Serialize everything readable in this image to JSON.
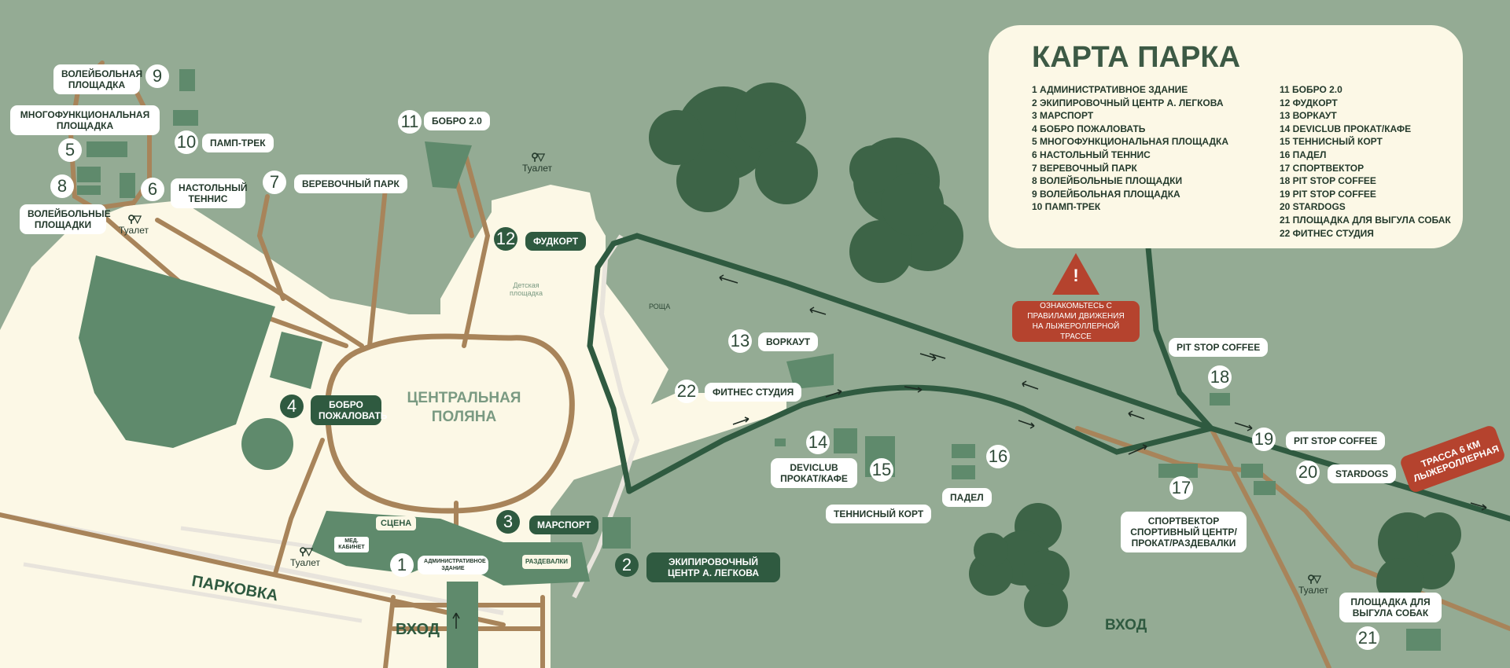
{
  "colors": {
    "background": "#94ab94",
    "light_area": "#fcf8e6",
    "path_brown": "#a8845a",
    "road_dark": "#2f5a40",
    "building": "#5f8a6c",
    "trees": "#3d6447",
    "warning": "#b5432e"
  },
  "legend": {
    "title": "КАРТА ПАРКА",
    "col1": [
      "1 АДМИНИСТРАТИВНОЕ ЗДАНИЕ",
      "2 ЭКИПИРОВОЧНЫЙ ЦЕНТР А. ЛЕГКОВА",
      "3 МАРСПОРТ",
      "4 БОБРО ПОЖАЛОВАТЬ",
      "5 МНОГОФУНКЦИОНАЛЬНАЯ ПЛОЩАДКА",
      "6 НАСТОЛЬНЫЙ ТЕННИС",
      "7 ВЕРЕВОЧНЫЙ ПАРК",
      "8 ВОЛЕЙБОЛЬНЫЕ ПЛОЩАДКИ",
      "9 ВОЛЕЙБОЛЬНАЯ ПЛОЩАДКА",
      "10 ПАМП-ТРЕК"
    ],
    "col2": [
      "11 БОБРО 2.0",
      "12 ФУДКОРТ",
      "13 ВОРКАУТ",
      "14 DEVICLUB ПРОКАТ/КАФЕ",
      "15 ТЕННИСНЫЙ КОРТ",
      "16 ПАДЕЛ",
      "17 СПОРТВЕКТОР",
      "18 PIT STOP COFFEE",
      "19 PIT STOP COFFEE",
      "20 STARDOGS",
      "21 ПЛОЩАДКА ДЛЯ ВЫГУЛА СОБАК",
      "22 ФИТНЕС СТУДИЯ"
    ]
  },
  "warning": {
    "symbol": "!",
    "text": "ОЗНАКОМЬТЕСЬ С ПРАВИЛАМИ ДВИЖЕНИЯ НА ЛЫЖЕРОЛЛЕРНОЙ ТРАССЕ"
  },
  "ski_track": "ТРАССА 6 КМ ЛЫЖЕРОЛЛЕРНАЯ",
  "areas": {
    "central": "ЦЕНТРАЛЬНАЯ ПОЛЯНА",
    "parking": "ПАРКОВКА",
    "entrance_left": "ВХОД",
    "entrance_right": "ВХОД",
    "grove": "РОЩА",
    "kids": "Детская площадка"
  },
  "toilet_icon": "toilet-icon",
  "toilet_label": "Туалет",
  "places": {
    "p1": {
      "num": "1",
      "label": "АДМИНИСТРАТИВНОЕ ЗДАНИЕ"
    },
    "p2": {
      "num": "2",
      "label": "ЭКИПИРОВОЧНЫЙ ЦЕНТР А. ЛЕГКОВА"
    },
    "p3": {
      "num": "3",
      "label": "МАРСПОРТ"
    },
    "p4": {
      "num": "4",
      "label": "БОБРО ПОЖАЛОВАТЬ"
    },
    "p5": {
      "num": "5",
      "label": "МНОГОФУНКЦИОНАЛЬНАЯ ПЛОЩАДКА"
    },
    "p6": {
      "num": "6",
      "label": "НАСТОЛЬНЫЙ ТЕННИС"
    },
    "p7": {
      "num": "7",
      "label": "ВЕРЕВОЧНЫЙ ПАРК"
    },
    "p8": {
      "num": "8",
      "label": "ВОЛЕЙБОЛЬНЫЕ ПЛОЩАДКИ"
    },
    "p9": {
      "num": "9",
      "label": "ВОЛЕЙБОЛЬНАЯ ПЛОЩАДКА"
    },
    "p10": {
      "num": "10",
      "label": "ПАМП-ТРЕК"
    },
    "p11": {
      "num": "11",
      "label": "БОБРО 2.0"
    },
    "p12": {
      "num": "12",
      "label": "ФУДКОРТ"
    },
    "p13": {
      "num": "13",
      "label": "ВОРКАУТ"
    },
    "p14": {
      "num": "14",
      "label": "DEVICLUB ПРОКАТ/КАФЕ"
    },
    "p15": {
      "num": "15",
      "label": "ТЕННИСНЫЙ КОРТ"
    },
    "p16": {
      "num": "16",
      "label": "ПАДЕЛ"
    },
    "p17": {
      "num": "17",
      "label": "СПОРТВЕКТОР СПОРТИВНЫЙ ЦЕНТР/ ПРОКАТ/РАЗДЕВАЛКИ"
    },
    "p18": {
      "num": "18",
      "label": "PIT STOP COFFEE"
    },
    "p19": {
      "num": "19",
      "label": "PIT STOP COFFEE"
    },
    "p20": {
      "num": "20",
      "label": "STARDOGS"
    },
    "p21": {
      "num": "21",
      "label": "ПЛОЩАДКА ДЛЯ ВЫГУЛА СОБАК"
    },
    "p22": {
      "num": "22",
      "label": "ФИТНЕС СТУДИЯ"
    }
  },
  "small_labels": {
    "scena": "СЦЕНА",
    "medkab": "МЕД. КАБИНЕТ",
    "razdevalki": "РАЗДЕВАЛКИ"
  }
}
